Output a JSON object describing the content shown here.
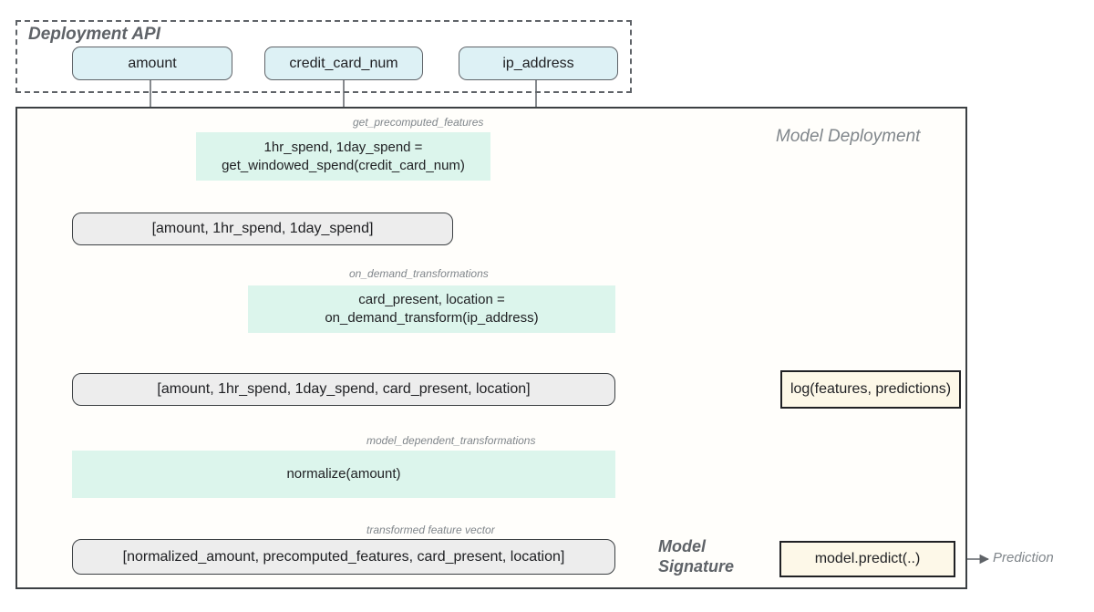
{
  "api": {
    "title": "Deployment API",
    "inputs": [
      {
        "label": "amount"
      },
      {
        "label": "credit_card_num"
      },
      {
        "label": "ip_address"
      }
    ]
  },
  "md": {
    "title": "Model Deployment",
    "annotations": {
      "precomputed": "get_precomputed_features",
      "on_demand": "on_demand_transformations",
      "model_dependent": "model_dependent_transformations",
      "transformed": "transformed feature vector"
    },
    "green1": {
      "line1": "1hr_spend, 1day_spend =",
      "line2": "get_windowed_spend(credit_card_num)"
    },
    "vector1": "[amount, 1hr_spend, 1day_spend]",
    "green2": {
      "line1": "card_present, location =",
      "line2": "on_demand_transform(ip_address)"
    },
    "vector2": "[amount, 1hr_spend, 1day_spend, card_present, location]",
    "green3": {
      "code": "normalize(amount)"
    },
    "vector3": "[normalized_amount, precomputed_features, card_present, location]",
    "log_label": "log(features, predictions)",
    "predict_label": "model.predict(..)",
    "signature": {
      "line1": "Model",
      "line2": "Signature"
    },
    "prediction_label": "Prediction"
  },
  "colors": {
    "cyan_fill": "#ddf1f5",
    "mint_fill": "#dcf5ec",
    "gray_fill": "#ededed",
    "cream_fill": "#fdf8e8",
    "line_color": "#5f6368",
    "title_color": "#5f6368",
    "muted_color": "#80868b"
  }
}
